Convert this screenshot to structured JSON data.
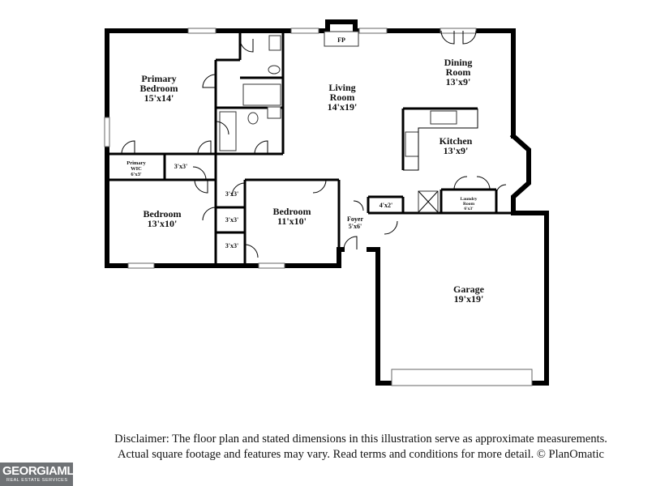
{
  "rooms": {
    "primary_bedroom": {
      "name_line1": "Primary",
      "name_line2": "Bedroom",
      "dim": "15'x14'"
    },
    "living_room": {
      "name_line1": "Living",
      "name_line2": "Room",
      "dim": "14'x19'"
    },
    "dining_room": {
      "name_line1": "Dining",
      "name_line2": "Room",
      "dim": "13'x9'"
    },
    "kitchen": {
      "name": "Kitchen",
      "dim": "13'x9'"
    },
    "primary_wic": {
      "name_line1": "Primary",
      "name_line2": "WIC",
      "dim": "6'x3'"
    },
    "closet_a": {
      "dim": "3'x3'"
    },
    "bedroom_left": {
      "name": "Bedroom",
      "dim": "13'x10'"
    },
    "bedroom_right": {
      "name": "Bedroom",
      "dim": "11'x10'"
    },
    "closet_b": {
      "dim": "3'x3'"
    },
    "closet_c": {
      "dim": "3'x3'"
    },
    "closet_d": {
      "dim": "3'x3'"
    },
    "foyer": {
      "name": "Foyer",
      "dim": "5'x6'"
    },
    "closet_e": {
      "dim": "4'x2'"
    },
    "laundry": {
      "name_line1": "Laundry",
      "name_line2": "Room",
      "dim": "6'x3'"
    },
    "garage": {
      "name": "Garage",
      "dim": "19'x19'"
    },
    "fireplace": {
      "label": "FP"
    }
  },
  "disclaimer": {
    "line1": "Disclaimer: The floor plan and stated dimensions in this illustration serve as approximate measurements.",
    "line2": "Actual square footage and features may vary. Read terms and conditions for more detail. © PlanOmatic"
  },
  "logo": {
    "brand": "GEORGIAMLS",
    "sub": "REAL ESTATE SERVICES"
  }
}
